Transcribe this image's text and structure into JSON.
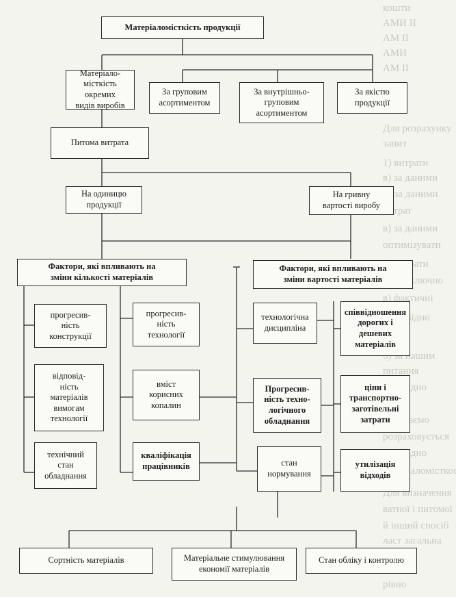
{
  "diagram": {
    "title": "Матеріаломісткість продукції",
    "level1": {
      "individual": "Матеріало-\nмісткість окремих\nвидів виробів",
      "group": "За груповим\nасортиментом",
      "intragroup": "За внутрішньо-\nгруповим\nасортиментом",
      "quality": "За якістю\nпродукції"
    },
    "specific": "Питома витрата",
    "per_unit": "На одиницю\nпродукції",
    "per_hryvnia": "На гривну\nвартості виробу",
    "factors_quantity": "Фактори, які впливають на\nзміни кількості матеріалів",
    "factors_cost": "Фактори, які впливають на\nзміни вартості матеріалів",
    "q_col1": [
      "прогресив-\nність\nконструкції",
      "відповід-\nність\nматеріалів\nвимогам\nтехнології",
      "технічний\nстан\nобладнання"
    ],
    "q_col2": [
      "прогресив-\nність\nтехнології",
      "вміст\nкорисних\nкопалин",
      "кваліфікація\nпрацівників"
    ],
    "c_col1": [
      "технологічна\nдисципліна",
      "Прогресив-\nність техно-\nлогічного\nобладнання",
      "стан\nнормування"
    ],
    "c_col2": [
      "співвідношення\nдорогих і\nдешевих\nматеріалів",
      "ціни і\nтранспортно-\nзаготівельні\nзатрати",
      "утилізація\nвідходів"
    ],
    "bottom": [
      "Сортність матеріалів",
      "Матеріальне стимулювання\nекономії матеріалів",
      "Стан обліку і контролю"
    ]
  },
  "background_text": [
    "кошти",
    "АМИ ІІ",
    "АМ ІІ",
    "АМИ",
    "АМ ІІ",
    "Для розрахунку",
    "запит",
    "1) витрати",
    "в) за даними",
    "б) за даними",
    "витрат",
    "в) за даними",
    "оптимізувати",
    "б) витрати",
    "IV. Виключно",
    "в) фактичні",
    "відповідно",
    "б) за нашим",
    "питання",
    "необхідно",
    "Нагадаємо",
    "розраховується",
    "необхідно",
    "матеріаломісткості",
    "Для визначення",
    "ватної і питомої",
    "й інший спосіб",
    "ласт загальна",
    "рівно"
  ]
}
